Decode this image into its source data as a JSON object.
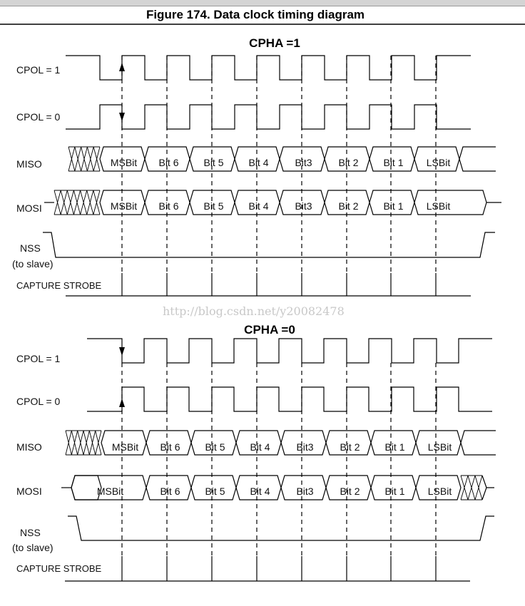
{
  "figure_title": "Figure 174. Data clock timing diagram",
  "watermark": "http://blog.csdn.net/y20082478",
  "sections": [
    {
      "title": "CPHA =1",
      "labels": {
        "cpol1": "CPOL = 1",
        "cpol0": "CPOL = 0",
        "miso": "MISO",
        "mosi": "MOSI",
        "nss": "NSS",
        "nss_sub": "(to slave)",
        "strobe": "CAPTURE STROBE"
      }
    },
    {
      "title": "CPHA =0",
      "labels": {
        "cpol1": "CPOL = 1",
        "cpol0": "CPOL = 0",
        "miso": "MISO",
        "mosi": "MOSI",
        "nss": "NSS",
        "nss_sub": "(to slave)",
        "strobe": "CAPTURE STROBE"
      }
    }
  ],
  "bits": {
    "miso": [
      "MSBit",
      "Bit 6",
      "Bit 5",
      "Bit 4",
      "Bit3",
      "Bit 2",
      "Bit 1",
      "LSBit"
    ],
    "mosi": [
      "MSBit",
      "Bit 6",
      "Bit 5",
      "Bit 4",
      "Bit3",
      "Bit 2",
      "Bit 1",
      "LSBit"
    ]
  }
}
